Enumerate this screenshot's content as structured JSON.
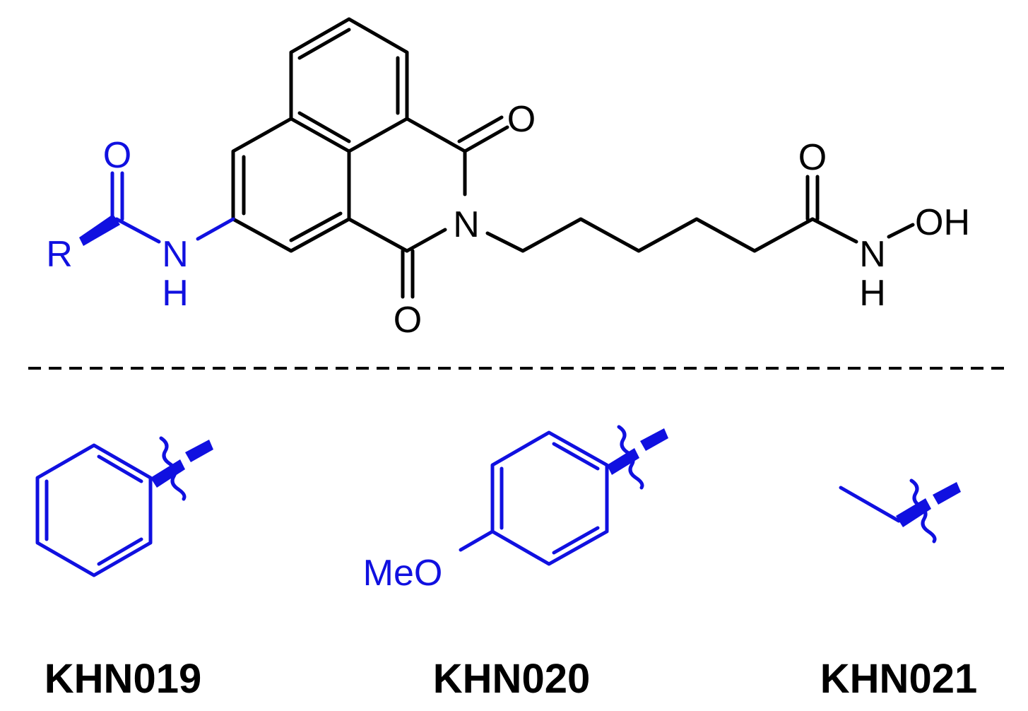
{
  "colors": {
    "core": "#000000",
    "substituent": "#1010e0",
    "divider": "#000000"
  },
  "scaffold": {
    "atoms": {
      "imide_o_top": "O",
      "imide_o_bottom": "O",
      "imide_n": "N",
      "amide_o": "O",
      "amide_n": "N",
      "amide_h": "H",
      "r_group": "R",
      "hydroxamic_o": "O",
      "hydroxamic_n": "N",
      "hydroxamic_h": "H",
      "hydroxamic_oh": "OH"
    }
  },
  "compounds": [
    {
      "label": "KHN019",
      "substituent": "phenyl",
      "atoms": {}
    },
    {
      "label": "KHN020",
      "substituent": "4-methoxyphenyl",
      "atoms": {
        "methoxy": "MeO"
      }
    },
    {
      "label": "KHN021",
      "substituent": "ethyl",
      "atoms": {}
    }
  ]
}
